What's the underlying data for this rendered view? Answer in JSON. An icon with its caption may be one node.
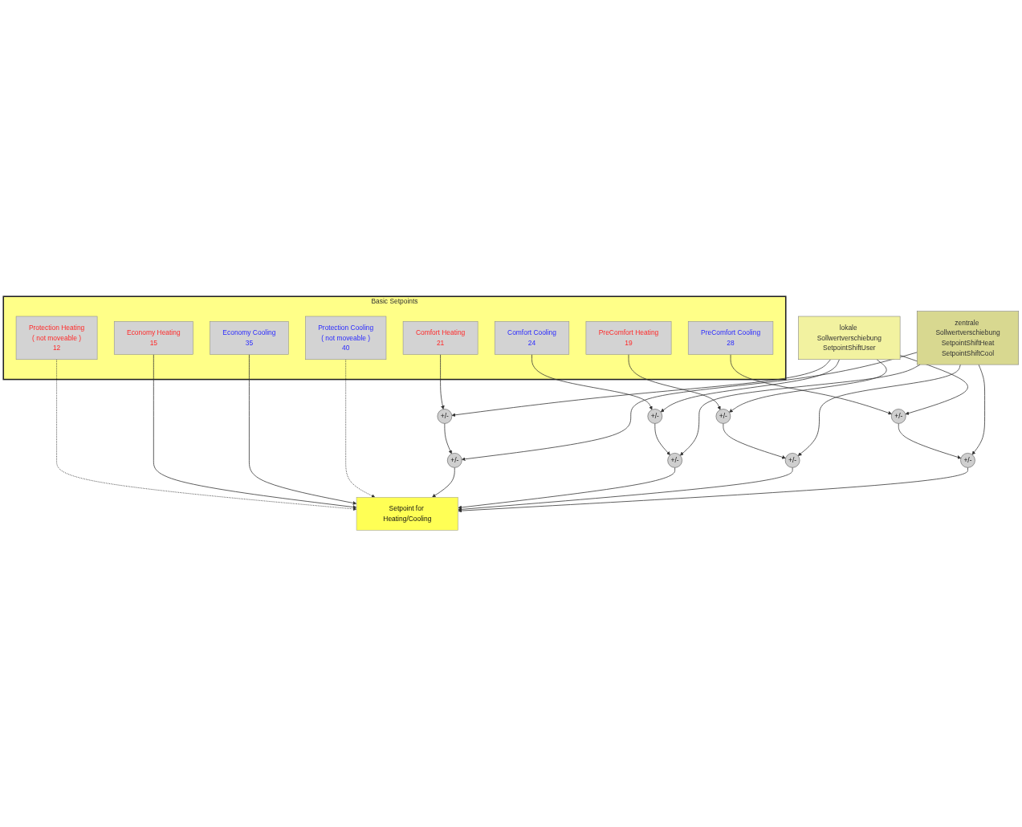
{
  "diagram": {
    "nodes": [
      {
        "text": [
          "Basic Setpoints"
        ]
      },
      {
        "text": [
          "Protection Heating",
          "( not moveable )",
          "12"
        ],
        "in": 0
      },
      {
        "text": [
          "Economy Heating",
          "15"
        ],
        "in": 0
      },
      {
        "text": [
          "PreComfort Heating",
          "19"
        ],
        "in": 0
      },
      {
        "text": [
          "Comfort Heating",
          "21"
        ],
        "in": 0
      },
      {
        "text": [
          "Comfort Cooling",
          "24"
        ],
        "in": 0
      },
      {
        "text": [
          "PreComfort Cooling",
          "28"
        ],
        "in": 0
      },
      {
        "text": [
          "Economy Cooling",
          "35"
        ],
        "in": 0
      },
      {
        "text": [
          "Protection Cooling",
          "( not moveable )",
          "40"
        ],
        "in": 0
      },
      {
        "text": [
          "lokale Sollwertverschiebung",
          "SetpointShiftUser"
        ]
      },
      {
        "text": [
          "+/-"
        ]
      },
      {
        "text": [
          "+/-"
        ]
      },
      {
        "text": [
          "+/-"
        ]
      },
      {
        "text": [
          "+/-"
        ]
      },
      {
        "text": [
          "zentrale Sollwertverschiebung",
          "SetpointShiftHeat",
          "SetpointShiftCool"
        ]
      },
      {
        "text": [
          "+/-"
        ]
      },
      {
        "text": [
          "+/-"
        ]
      },
      {
        "text": [
          "+/-"
        ]
      },
      {
        "text": [
          "+/-"
        ]
      },
      {
        "text": [
          "Setpoint for Heating/Cooling"
        ]
      }
    ],
    "edges": [
      {
        "from": 1,
        "to": 19,
        "arrow": "to",
        "style": "dashed"
      },
      {
        "from": 2,
        "to": 19,
        "arrow": "to"
      },
      {
        "from": 3,
        "to": 12,
        "arrow": "to"
      },
      {
        "from": 4,
        "to": 10,
        "arrow": "to"
      },
      {
        "from": 5,
        "to": 11,
        "arrow": "to"
      },
      {
        "from": 6,
        "to": 13,
        "arrow": "to"
      },
      {
        "from": 7,
        "to": 19,
        "arrow": "to"
      },
      {
        "from": 8,
        "to": 19,
        "arrow": "to",
        "style": "dashed"
      },
      {
        "from": 9,
        "to": 10,
        "arrow": "to"
      },
      {
        "from": 9,
        "to": 11,
        "arrow": "to"
      },
      {
        "from": 9,
        "to": 12,
        "arrow": "to"
      },
      {
        "from": 9,
        "to": 13,
        "arrow": "to"
      },
      {
        "from": 10,
        "to": 15,
        "arrow": "to"
      },
      {
        "from": 11,
        "to": 16,
        "arrow": "to"
      },
      {
        "from": 12,
        "to": 17,
        "arrow": "to"
      },
      {
        "from": 13,
        "to": 18,
        "arrow": "to"
      },
      {
        "from": 14,
        "to": 15,
        "arrow": "to"
      },
      {
        "from": 14,
        "to": 16,
        "arrow": "to"
      },
      {
        "from": 14,
        "to": 17,
        "arrow": "to"
      },
      {
        "from": 14,
        "to": 18,
        "arrow": "to"
      },
      {
        "from": 15,
        "to": 19,
        "arrow": "to"
      },
      {
        "from": 16,
        "to": 19,
        "arrow": "to"
      },
      {
        "from": 17,
        "to": 19,
        "arrow": "to"
      },
      {
        "from": 18,
        "to": 19,
        "arrow": "to"
      }
    ]
  }
}
